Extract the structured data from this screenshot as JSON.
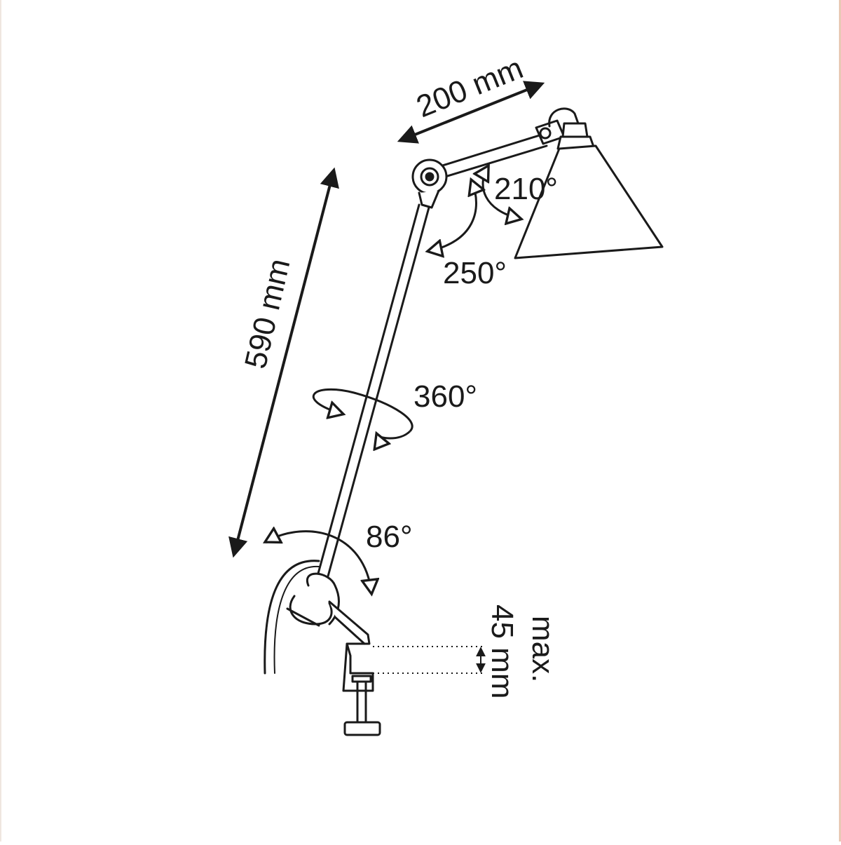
{
  "diagram": {
    "labels": {
      "arm_upper_length": "200 mm",
      "arm_lower_length": "590 mm",
      "shade_rotation": "210°",
      "elbow_rotation": "250°",
      "column_rotation": "360°",
      "base_tilt": "86°",
      "clamp_max_line1": "max.",
      "clamp_max_line2": "45 mm"
    },
    "colors": {
      "line": "#1a1a1a",
      "fill": "#ffffff",
      "edge_right": "#e8c9b5"
    }
  }
}
